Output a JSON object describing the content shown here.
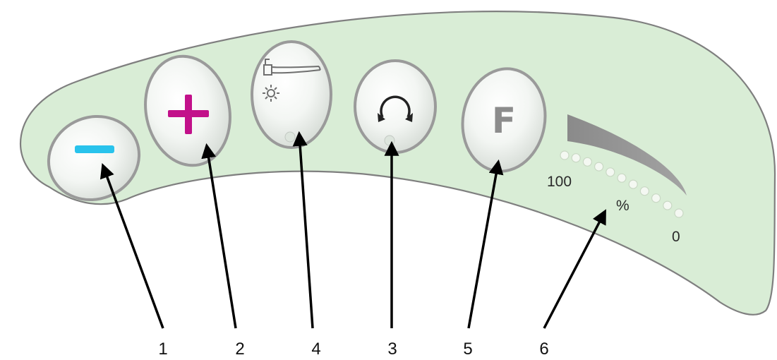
{
  "panel": {
    "panel_color": "#d9edd6",
    "outline_color": "#7f7f7f"
  },
  "buttons": [
    {
      "icon": "minus-icon",
      "color": "#29c3ec"
    },
    {
      "icon": "plus-icon",
      "color": "#c2118a"
    },
    {
      "icon": "handpiece-light-icon",
      "color": "#6f6f6f"
    },
    {
      "icon": "rotation-icon",
      "color": "#222222"
    },
    {
      "icon": "f-letter-icon",
      "label": "F",
      "color": "#8c8c8c"
    }
  ],
  "power_scale": {
    "max_label": "100",
    "unit_label": "%",
    "min_label": "0",
    "led_count": 11
  },
  "callouts": {
    "minus": "1",
    "plus": "2",
    "light": "4",
    "rotation": "3",
    "function": "5",
    "scale": "6"
  }
}
